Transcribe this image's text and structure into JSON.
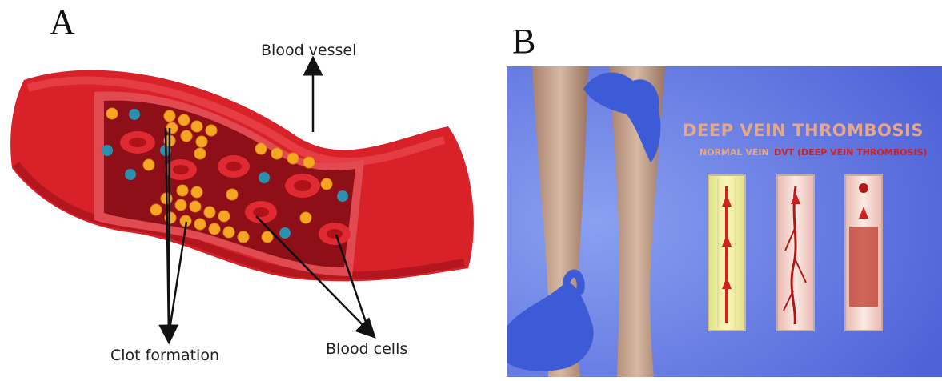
{
  "panels": {
    "a": {
      "letter": "A",
      "labels": {
        "blood_vessel": "Blood vessel",
        "clot_formation": "Clot formation",
        "blood_cells": "Blood cells"
      }
    },
    "b": {
      "letter": "B",
      "card": {
        "title": "DEEP VEIN THROMBOSIS",
        "normal_vein": "NORMAL VEIN",
        "dvt": "DVT (DEEP VEIN THROMBOSIS)"
      }
    }
  },
  "colors": {
    "vessel_red": "#d9212a",
    "vessel_dark": "#a8141c",
    "clot_orange": "#f5a623",
    "cell_teal": "#2b8fb0",
    "background_blue": "#5a6fe0",
    "card_peach": "#f4d6c0",
    "accent_red": "#d02020"
  }
}
